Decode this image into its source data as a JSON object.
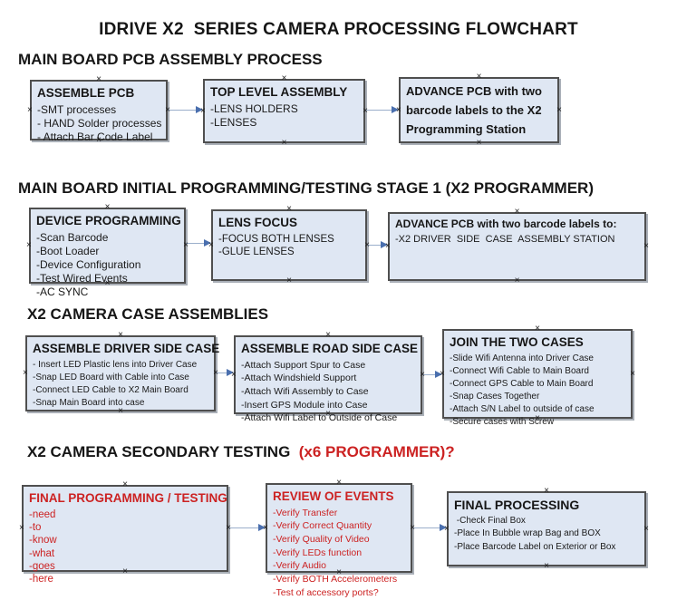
{
  "title": "IDRIVE X2  SERIES CAMERA PROCESSING FLOWCHART",
  "colors": {
    "box_fill": "#dfe7f3",
    "box_border": "#4f4f4f",
    "accent_red": "#cc2222",
    "arrow_line": "#9bafcb",
    "arrow_head": "#4a6fae",
    "text": "#161616"
  },
  "sections": [
    {
      "heading": "MAIN BOARD PCB ASSEMBLY PROCESS",
      "boxes": [
        {
          "title": "ASSEMBLE PCB",
          "items": [
            "-SMT processes",
            "- HAND Solder processes",
            "- Attach Bar Code Label"
          ]
        },
        {
          "title": "TOP LEVEL ASSEMBLY",
          "items": [
            "-LENS HOLDERS",
            "-LENSES"
          ]
        },
        {
          "title": "ADVANCE PCB with two barcode labels to the X2 Programming Station",
          "items": []
        }
      ]
    },
    {
      "heading": "MAIN BOARD INITIAL PROGRAMMING/TESTING STAGE 1 (X2 PROGRAMMER)",
      "boxes": [
        {
          "title": "DEVICE PROGRAMMING",
          "items": [
            "-Scan Barcode",
            "-Boot Loader",
            "-Device Configuration",
            "-Test Wired Events",
            "-AC SYNC"
          ]
        },
        {
          "title": "LENS FOCUS",
          "items": [
            "-FOCUS BOTH LENSES",
            "-GLUE LENSES"
          ]
        },
        {
          "title": "ADVANCE PCB with two barcode labels to:",
          "items": [
            "-X2 DRIVER  SIDE  CASE  ASSEMBLY STATION"
          ]
        }
      ]
    },
    {
      "heading": "X2 CAMERA CASE ASSEMBLIES",
      "boxes": [
        {
          "title": "ASSEMBLE DRIVER SIDE CASE",
          "items": [
            "- Insert LED Plastic lens into Driver Case",
            "-Snap LED Board with Cable into Case",
            "-Connect LED Cable to X2 Main Board",
            "-Snap Main Board into case"
          ]
        },
        {
          "title": "ASSEMBLE ROAD SIDE CASE",
          "items": [
            "-Attach Support Spur to Case",
            "-Attach Windshield Support",
            "-Attach Wifi Assembly to Case",
            "-Insert GPS Module into Case",
            "-Attach Wifi Label to Outside of Case"
          ]
        },
        {
          "title": "JOIN THE TWO CASES",
          "items": [
            "-Slide Wifi Antenna into Driver Case",
            "-Connect Wifi Cable to Main Board",
            "-Connect GPS Cable to Main Board",
            "-Snap Cases Together",
            "-Attach S/N Label to outside of case",
            "-Secure cases with Screw"
          ]
        }
      ]
    },
    {
      "heading": "X2 CAMERA SECONDARY TESTING  ",
      "heading_red": "(x6 PROGRAMMER)?",
      "boxes": [
        {
          "title": "FINAL PROGRAMMING / TESTING",
          "items": [
            "-need",
            "-to",
            "-know",
            "-what",
            "-goes",
            "-here"
          ]
        },
        {
          "title": "REVIEW OF EVENTS",
          "items": [
            "-Verify Transfer",
            "-Verify Correct Quantity",
            "-Verify Quality of Video",
            "-Verify LEDs function",
            "-Verify Audio",
            "-Verify BOTH Accelerometers",
            "-Test of accessory ports?"
          ]
        },
        {
          "title": "FINAL PROCESSING",
          "items": [
            " -Check Final Box",
            "-Place In Bubble wrap Bag and BOX",
            "-Place Barcode Label on Exterior or Box"
          ]
        }
      ]
    }
  ]
}
